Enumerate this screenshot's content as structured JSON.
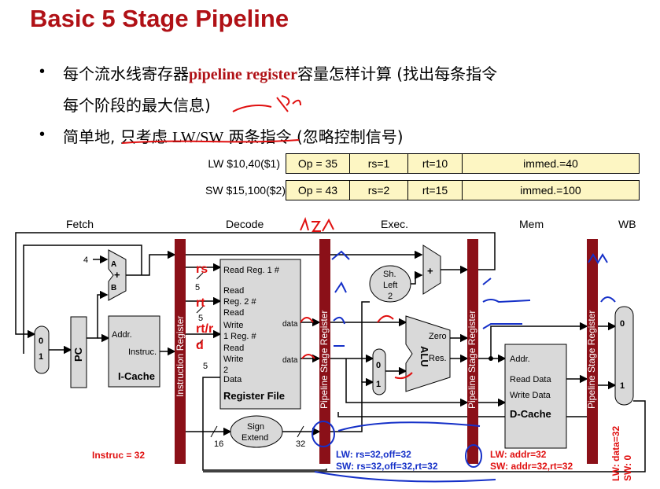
{
  "slide": {
    "title": "Basic 5 Stage Pipeline",
    "bullet1_a": "每个流水线寄存器",
    "bullet1_b": "pipeline register",
    "bullet1_c": "容量怎样计算 (找出每条指令",
    "bullet1_line2": "每个阶段的最大信息)",
    "bullet2_a": "简单地, 只考虑 ",
    "bullet2_b": "LW/SW",
    "bullet2_c": " 两条指令 (忽略控制信号)"
  },
  "instructions": [
    {
      "label": "LW $10,40($1)",
      "op": "Op = 35",
      "rs": "rs=1",
      "rt": "rt=10",
      "imm": "immed.=40"
    },
    {
      "label": "SW $15,100($2)",
      "op": "Op = 43",
      "rs": "rs=2",
      "rt": "rt=15",
      "imm": "immed.=100"
    }
  ],
  "stages": {
    "fetch": "Fetch",
    "decode": "Decode",
    "exec": "Exec.",
    "mem": "Mem",
    "wb": "WB"
  },
  "blocks": {
    "pc": "PC",
    "mux_0": "0",
    "mux_1": "1",
    "adder_a": "A",
    "adder_plus": "+",
    "adder_b": "B",
    "const_4": "4",
    "icache_addr": "Addr.",
    "icache_instruc": "Instruc.",
    "icache_name": "I-Cache",
    "instr_reg": "Instruction Register",
    "pipe_reg": "Pipeline Stage Register",
    "rf_read1": "Read  Reg. 1 #",
    "rf_read2a": "Read",
    "rf_read2b": "Reg. 2 #",
    "rf_write_a": "Read",
    "rf_write_b": "Write",
    "rf_write_c": "1  Reg. #",
    "rf_data_a": "Read",
    "rf_data_b": "Write",
    "rf_data_c": "2",
    "rf_data_d": "Data",
    "rf_name": "Register File",
    "rf_out1": "data",
    "rf_out2": "data",
    "five_a": "5",
    "five_b": "5",
    "five_c": "5",
    "sign_ext_a": "Sign",
    "sign_ext_b": "Extend",
    "width16": "16",
    "width32": "32",
    "shl_a": "Sh.",
    "shl_b": "Left",
    "shl_c": "2",
    "exec_plus": "+",
    "alu": "ALU",
    "alu_zero": "Zero",
    "alu_res": "Res.",
    "dc_addr": "Addr.",
    "dc_read": "Read  Data",
    "dc_write": "Write  Data",
    "dc_name": "D-Cache",
    "wb_mux_0": "0",
    "wb_mux_1": "1"
  },
  "annotations_red": {
    "rs": "rs",
    "rt": "rt",
    "rtrd": "rt/r",
    "d": "d",
    "instruc": "Instruc = 32"
  },
  "annotations_blue": {
    "lw_exec": "LW: rs=32,off=32",
    "sw_exec": "SW: rs=32,off=32,rt=32",
    "lw_mem": "LW: addr=32",
    "sw_mem": "SW: addr=32,rt=32"
  },
  "annotations_wb": {
    "lw": "LW: data=32",
    "sw": "SW: 0"
  },
  "colors": {
    "title": "#b01116",
    "pipe_reg": "#8b1018",
    "block": "#d9d9d9",
    "table_bg": "#fdf6c3",
    "ink_red": "#e01010",
    "ink_blue": "#1530c8"
  }
}
